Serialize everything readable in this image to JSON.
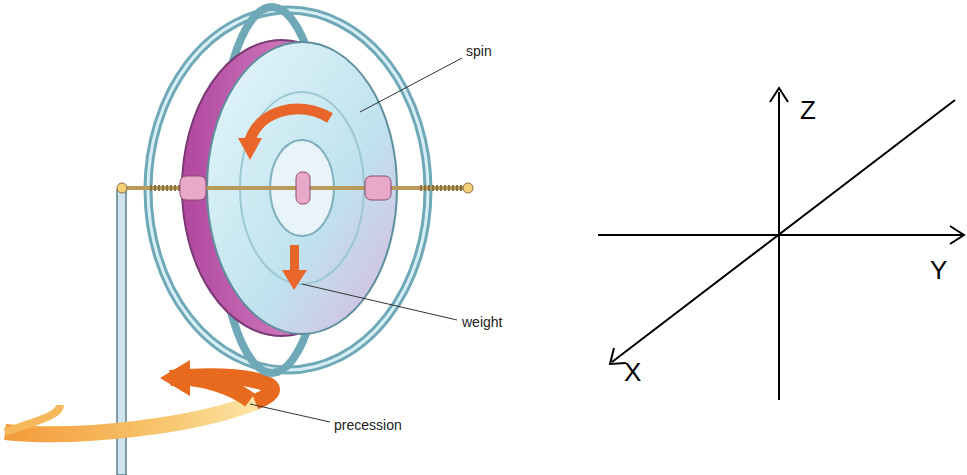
{
  "diagram": {
    "labels": [
      "spin",
      "weight",
      "precession",
      "Z",
      "Y",
      "X"
    ]
  }
}
